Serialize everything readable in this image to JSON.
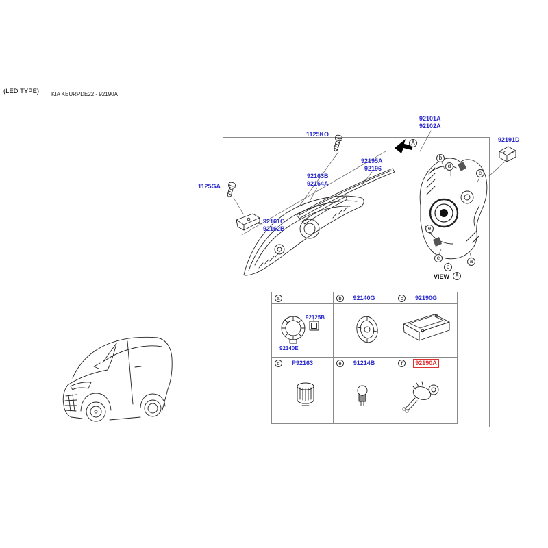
{
  "header": {
    "type_label": "(LED TYPE)",
    "catalog_code": "KIA KEURPDE22 - 92190A"
  },
  "diagram": {
    "labels": {
      "p1125ko": "1125KO",
      "p92101a": "92101A",
      "p92102a": "92102A",
      "p92191d": "92191D",
      "p92195a": "92195A",
      "p92196": "92196",
      "p92163b": "92163B",
      "p92164a": "92164A",
      "p1125ga": "1125GA",
      "p92161c": "92161C",
      "p92162b": "92162B"
    },
    "view": {
      "label": "VIEW",
      "letter": "A",
      "arrow_letter": "A",
      "callouts": [
        "b",
        "d",
        "c",
        "e",
        "e",
        "c",
        "a"
      ]
    }
  },
  "table": {
    "cells": [
      {
        "letter": "a",
        "part": ""
      },
      {
        "letter": "b",
        "part": "92140G"
      },
      {
        "letter": "c",
        "part": "92190G"
      },
      {
        "letter": "d",
        "part": "P92163"
      },
      {
        "letter": "e",
        "part": "91214B"
      },
      {
        "letter": "f",
        "part": "92190A",
        "highlighted": true
      }
    ],
    "inner_labels": {
      "p92125b": "92125B",
      "p92140e": "92140E"
    }
  },
  "colors": {
    "part_number_blue": "#2b2bcb",
    "highlight_red": "#e03131",
    "line_color": "#222222"
  }
}
